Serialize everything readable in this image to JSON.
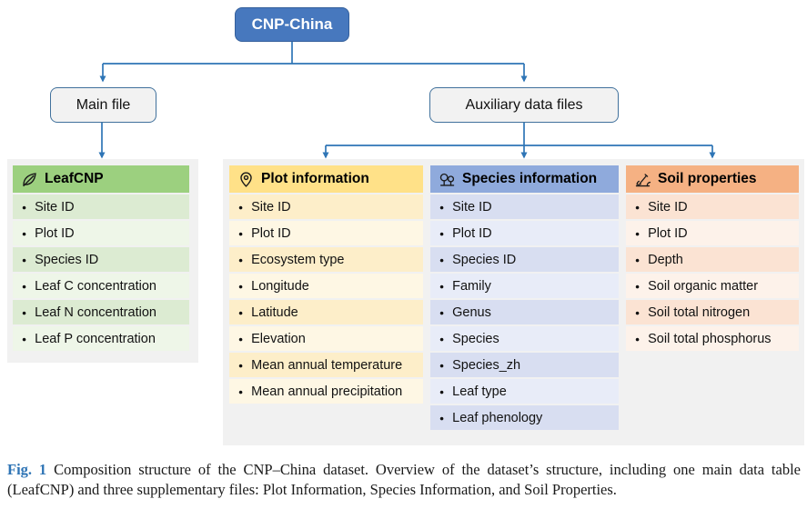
{
  "colors": {
    "arrow_blue": "#2E75B6",
    "root_fill": "#4778BE",
    "branch_border": "#41719C",
    "leafcnp_header": "#9CD07F",
    "plot_header": "#FFE188",
    "species_header": "#8FAADC",
    "soil_header": "#F5B183",
    "caption_label_blue": "#2E74B5"
  },
  "root": {
    "label": "CNP-China"
  },
  "branches": {
    "main_file": "Main file",
    "aux_files": "Auxiliary data files"
  },
  "tables": {
    "leafcnp": {
      "title": "LeafCNP",
      "icon": "leaf-icon",
      "rows": [
        "Site ID",
        "Plot ID",
        "Species ID",
        "Leaf C concentration",
        "Leaf N concentration",
        "Leaf P concentration"
      ]
    },
    "plot": {
      "title": "Plot information",
      "icon": "location-pin-icon",
      "rows": [
        "Site ID",
        "Plot ID",
        "Ecosystem type",
        "Longitude",
        "Latitude",
        "Elevation",
        "Mean annual temperature",
        "Mean annual precipitation"
      ]
    },
    "species": {
      "title": "Species information",
      "icon": "trees-icon",
      "rows": [
        "Site ID",
        "Plot ID",
        "Species ID",
        "Family",
        "Genus",
        "Species",
        "Species_zh",
        "Leaf type",
        "Leaf phenology"
      ]
    },
    "soil": {
      "title": "Soil properties",
      "icon": "soil-shovel-icon",
      "rows": [
        "Site ID",
        "Plot ID",
        "Depth",
        "Soil organic matter",
        "Soil total nitrogen",
        "Soil total phosphorus"
      ]
    }
  },
  "caption": {
    "fig_label": "Fig. 1",
    "text": "Composition structure of the CNP–China dataset. Overview of the dataset’s structure, including one main data table (LeafCNP) and three supplementary files: Plot Information, Species Information, and Soil Properties."
  }
}
